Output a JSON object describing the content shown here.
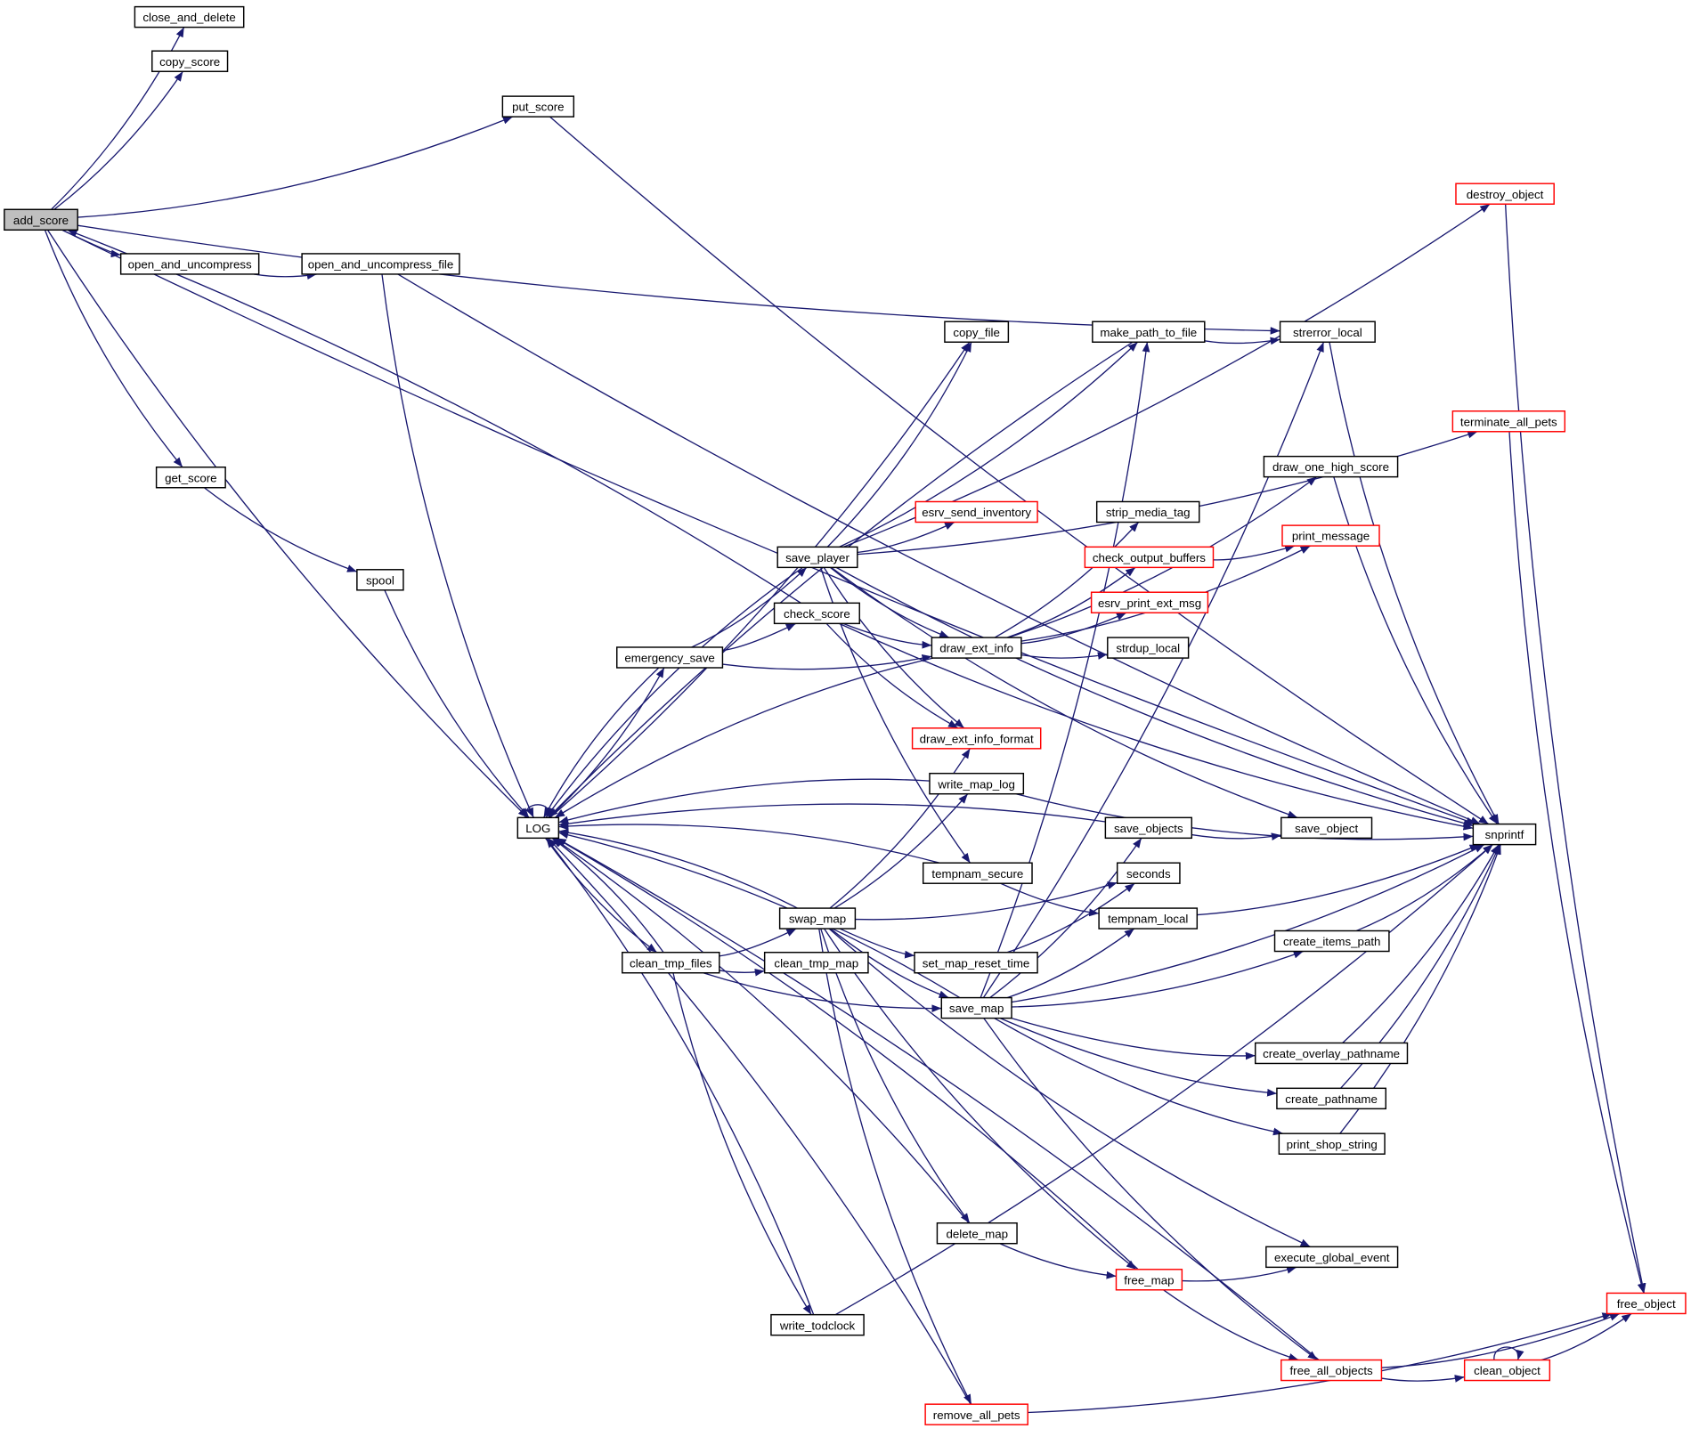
{
  "colors": {
    "edge": "#191970",
    "normal_border": "#000000",
    "highlight_border": "#ff0000",
    "root_fill": "#bfbfbf",
    "fill": "#ffffff"
  },
  "root": "add_score",
  "nodes": [
    {
      "id": "add_score",
      "label": "add_score",
      "style": "root"
    },
    {
      "id": "close_and_delete",
      "label": "close_and_delete",
      "style": "normal"
    },
    {
      "id": "copy_score",
      "label": "copy_score",
      "style": "normal"
    },
    {
      "id": "put_score",
      "label": "put_score",
      "style": "normal"
    },
    {
      "id": "open_and_uncompress",
      "label": "open_and_uncompress",
      "style": "normal"
    },
    {
      "id": "open_and_uncompress_file",
      "label": "open_and_uncompress_file",
      "style": "normal"
    },
    {
      "id": "get_score",
      "label": "get_score",
      "style": "normal"
    },
    {
      "id": "spool",
      "label": "spool",
      "style": "normal"
    },
    {
      "id": "LOG",
      "label": "LOG",
      "style": "normal"
    },
    {
      "id": "destroy_object",
      "label": "destroy_object",
      "style": "red"
    },
    {
      "id": "terminate_all_pets",
      "label": "terminate_all_pets",
      "style": "red"
    },
    {
      "id": "copy_file",
      "label": "copy_file",
      "style": "normal"
    },
    {
      "id": "make_path_to_file",
      "label": "make_path_to_file",
      "style": "normal"
    },
    {
      "id": "strerror_local",
      "label": "strerror_local",
      "style": "normal"
    },
    {
      "id": "draw_one_high_score",
      "label": "draw_one_high_score",
      "style": "normal"
    },
    {
      "id": "strip_media_tag",
      "label": "strip_media_tag",
      "style": "normal"
    },
    {
      "id": "esrv_send_inventory",
      "label": "esrv_send_inventory",
      "style": "red"
    },
    {
      "id": "print_message",
      "label": "print_message",
      "style": "red"
    },
    {
      "id": "save_player",
      "label": "save_player",
      "style": "normal"
    },
    {
      "id": "check_output_buffers",
      "label": "check_output_buffers",
      "style": "red"
    },
    {
      "id": "check_score",
      "label": "check_score",
      "style": "normal"
    },
    {
      "id": "esrv_print_ext_msg",
      "label": "esrv_print_ext_msg",
      "style": "red"
    },
    {
      "id": "emergency_save",
      "label": "emergency_save",
      "style": "normal"
    },
    {
      "id": "draw_ext_info",
      "label": "draw_ext_info",
      "style": "normal"
    },
    {
      "id": "strdup_local",
      "label": "strdup_local",
      "style": "normal"
    },
    {
      "id": "draw_ext_info_format",
      "label": "draw_ext_info_format",
      "style": "red"
    },
    {
      "id": "write_map_log",
      "label": "write_map_log",
      "style": "normal"
    },
    {
      "id": "save_objects",
      "label": "save_objects",
      "style": "normal"
    },
    {
      "id": "save_object",
      "label": "save_object",
      "style": "normal"
    },
    {
      "id": "snprintf",
      "label": "snprintf",
      "style": "normal"
    },
    {
      "id": "tempnam_secure",
      "label": "tempnam_secure",
      "style": "normal"
    },
    {
      "id": "seconds",
      "label": "seconds",
      "style": "normal"
    },
    {
      "id": "swap_map",
      "label": "swap_map",
      "style": "normal"
    },
    {
      "id": "tempnam_local",
      "label": "tempnam_local",
      "style": "normal"
    },
    {
      "id": "set_map_reset_time",
      "label": "set_map_reset_time",
      "style": "normal"
    },
    {
      "id": "create_items_path",
      "label": "create_items_path",
      "style": "normal"
    },
    {
      "id": "clean_tmp_files",
      "label": "clean_tmp_files",
      "style": "normal"
    },
    {
      "id": "clean_tmp_map",
      "label": "clean_tmp_map",
      "style": "normal"
    },
    {
      "id": "save_map",
      "label": "save_map",
      "style": "normal"
    },
    {
      "id": "create_overlay_pathname",
      "label": "create_overlay_pathname",
      "style": "normal"
    },
    {
      "id": "create_pathname",
      "label": "create_pathname",
      "style": "normal"
    },
    {
      "id": "print_shop_string",
      "label": "print_shop_string",
      "style": "normal"
    },
    {
      "id": "delete_map",
      "label": "delete_map",
      "style": "normal"
    },
    {
      "id": "execute_global_event",
      "label": "execute_global_event",
      "style": "normal"
    },
    {
      "id": "free_map",
      "label": "free_map",
      "style": "red"
    },
    {
      "id": "free_object",
      "label": "free_object",
      "style": "red"
    },
    {
      "id": "write_todclock",
      "label": "write_todclock",
      "style": "normal"
    },
    {
      "id": "free_all_objects",
      "label": "free_all_objects",
      "style": "red"
    },
    {
      "id": "clean_object",
      "label": "clean_object",
      "style": "red"
    },
    {
      "id": "remove_all_pets",
      "label": "remove_all_pets",
      "style": "red"
    }
  ],
  "edges": [
    [
      "add_score",
      "close_and_delete"
    ],
    [
      "add_score",
      "copy_score"
    ],
    [
      "add_score",
      "put_score"
    ],
    [
      "add_score",
      "snprintf"
    ],
    [
      "add_score",
      "open_and_uncompress"
    ],
    [
      "add_score",
      "strerror_local"
    ],
    [
      "add_score",
      "get_score"
    ],
    [
      "add_score",
      "LOG"
    ],
    [
      "put_score",
      "snprintf"
    ],
    [
      "open_and_uncompress",
      "open_and_uncompress_file"
    ],
    [
      "open_and_uncompress_file",
      "LOG"
    ],
    [
      "open_and_uncompress_file",
      "snprintf"
    ],
    [
      "get_score",
      "spool"
    ],
    [
      "spool",
      "LOG"
    ],
    [
      "check_score",
      "add_score"
    ],
    [
      "check_score",
      "draw_ext_info"
    ],
    [
      "check_score",
      "draw_ext_info_format"
    ],
    [
      "check_score",
      "snprintf"
    ],
    [
      "save_player",
      "copy_file"
    ],
    [
      "save_player",
      "make_path_to_file"
    ],
    [
      "save_player",
      "esrv_send_inventory"
    ],
    [
      "save_player",
      "destroy_object"
    ],
    [
      "save_player",
      "terminate_all_pets"
    ],
    [
      "save_player",
      "snprintf"
    ],
    [
      "save_player",
      "draw_ext_info"
    ],
    [
      "save_player",
      "draw_ext_info_format"
    ],
    [
      "save_player",
      "save_object"
    ],
    [
      "save_player",
      "tempnam_secure"
    ],
    [
      "save_player",
      "LOG"
    ],
    [
      "emergency_save",
      "save_player"
    ],
    [
      "emergency_save",
      "check_score"
    ],
    [
      "emergency_save",
      "draw_ext_info"
    ],
    [
      "emergency_save",
      "LOG"
    ],
    [
      "LOG",
      "emergency_save"
    ],
    [
      "LOG",
      "LOG"
    ],
    [
      "LOG",
      "clean_tmp_files"
    ],
    [
      "LOG",
      "copy_file"
    ],
    [
      "draw_ext_info",
      "LOG"
    ],
    [
      "draw_ext_info",
      "strip_media_tag"
    ],
    [
      "draw_ext_info",
      "check_output_buffers"
    ],
    [
      "draw_ext_info",
      "esrv_print_ext_msg"
    ],
    [
      "draw_ext_info",
      "strdup_local"
    ],
    [
      "draw_ext_info",
      "draw_one_high_score"
    ],
    [
      "draw_ext_info",
      "print_message"
    ],
    [
      "check_output_buffers",
      "print_message"
    ],
    [
      "make_path_to_file",
      "strerror_local"
    ],
    [
      "make_path_to_file",
      "LOG"
    ],
    [
      "strerror_local",
      "snprintf"
    ],
    [
      "draw_one_high_score",
      "snprintf"
    ],
    [
      "terminate_all_pets",
      "free_object"
    ],
    [
      "destroy_object",
      "free_object"
    ],
    [
      "write_map_log",
      "LOG"
    ],
    [
      "write_map_log",
      "snprintf"
    ],
    [
      "save_objects",
      "LOG"
    ],
    [
      "save_objects",
      "save_object"
    ],
    [
      "tempnam_secure",
      "LOG"
    ],
    [
      "tempnam_secure",
      "tempnam_local"
    ],
    [
      "tempnam_local",
      "snprintf"
    ],
    [
      "swap_map",
      "LOG"
    ],
    [
      "swap_map",
      "write_map_log"
    ],
    [
      "swap_map",
      "draw_ext_info_format"
    ],
    [
      "swap_map",
      "seconds"
    ],
    [
      "swap_map",
      "set_map_reset_time"
    ],
    [
      "swap_map",
      "save_map"
    ],
    [
      "swap_map",
      "delete_map"
    ],
    [
      "swap_map",
      "free_map"
    ],
    [
      "swap_map",
      "execute_global_event"
    ],
    [
      "swap_map",
      "remove_all_pets"
    ],
    [
      "set_map_reset_time",
      "seconds"
    ],
    [
      "clean_tmp_files",
      "LOG"
    ],
    [
      "clean_tmp_files",
      "swap_map"
    ],
    [
      "clean_tmp_files",
      "clean_tmp_map"
    ],
    [
      "clean_tmp_files",
      "save_map"
    ],
    [
      "clean_tmp_files",
      "write_todclock"
    ],
    [
      "save_map",
      "LOG"
    ],
    [
      "save_map",
      "save_objects"
    ],
    [
      "save_map",
      "make_path_to_file"
    ],
    [
      "save_map",
      "strerror_local"
    ],
    [
      "save_map",
      "tempnam_local"
    ],
    [
      "save_map",
      "create_items_path"
    ],
    [
      "save_map",
      "snprintf"
    ],
    [
      "save_map",
      "create_overlay_pathname"
    ],
    [
      "save_map",
      "create_pathname"
    ],
    [
      "save_map",
      "print_shop_string"
    ],
    [
      "save_map",
      "free_all_objects"
    ],
    [
      "create_items_path",
      "snprintf"
    ],
    [
      "create_overlay_pathname",
      "snprintf"
    ],
    [
      "create_pathname",
      "snprintf"
    ],
    [
      "print_shop_string",
      "snprintf"
    ],
    [
      "delete_map",
      "LOG"
    ],
    [
      "delete_map",
      "free_map"
    ],
    [
      "free_map",
      "LOG"
    ],
    [
      "free_map",
      "execute_global_event"
    ],
    [
      "free_map",
      "free_all_objects"
    ],
    [
      "write_todclock",
      "LOG"
    ],
    [
      "write_todclock",
      "snprintf"
    ],
    [
      "free_all_objects",
      "LOG"
    ],
    [
      "free_all_objects",
      "clean_object"
    ],
    [
      "free_all_objects",
      "free_object"
    ],
    [
      "clean_object",
      "clean_object"
    ],
    [
      "clean_object",
      "free_object"
    ],
    [
      "remove_all_pets",
      "LOG"
    ],
    [
      "remove_all_pets",
      "free_object"
    ]
  ]
}
